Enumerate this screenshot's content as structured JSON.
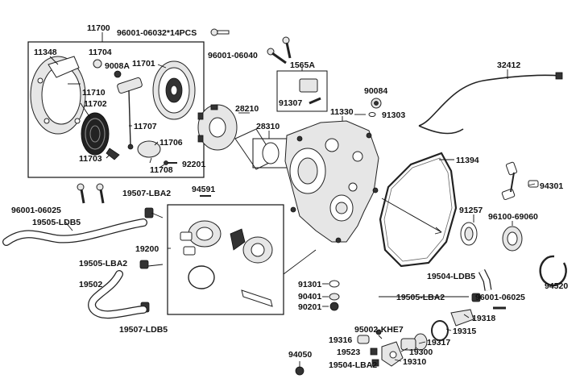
{
  "labels": {
    "p11700": "11700",
    "p96001_06032": "96001-06032*14PCS",
    "p11348": "11348",
    "p11704": "11704",
    "p9008A": "9008A",
    "p11701": "11701",
    "p11710": "11710",
    "p11702": "11702",
    "p11707": "11707",
    "p11706": "11706",
    "p11703": "11703",
    "p11708": "11708",
    "p92201": "92201",
    "p96001_06040": "96001-06040",
    "p1565A": "1565A",
    "p91307": "91307",
    "p32412": "32412",
    "p90084": "90084",
    "p91303": "91303",
    "p28210": "28210",
    "p28310": "28310",
    "p11330": "11330",
    "p11394": "11394",
    "p94301": "94301",
    "p96001_06025a": "96001-06025",
    "p19507_LBA2": "19507-LBA2",
    "p94591": "94591",
    "p19505_LDB5": "19505-LDB5",
    "p19200": "19200",
    "p19505_LBA2a": "19505-LBA2",
    "p19502": "19502",
    "p19507_LDB5": "19507-LDB5",
    "p91257": "91257",
    "p96100_69060": "96100-69060",
    "p91301": "91301",
    "p90401": "90401",
    "p90201": "90201",
    "p19504_LDB5": "19504-LDB5",
    "p94520": "94520",
    "p19505_LBA2b": "19505-LBA2",
    "p96001_06025b": "96001-06025",
    "p95002_KHE7": "95002-KHE7",
    "p19318": "19318",
    "p19315": "19315",
    "p19316": "19316",
    "p19317": "19317",
    "p19523": "19523",
    "p19300": "19300",
    "p94050": "94050",
    "p19504_LBA2": "19504-LBA2",
    "p19310": "19310"
  }
}
